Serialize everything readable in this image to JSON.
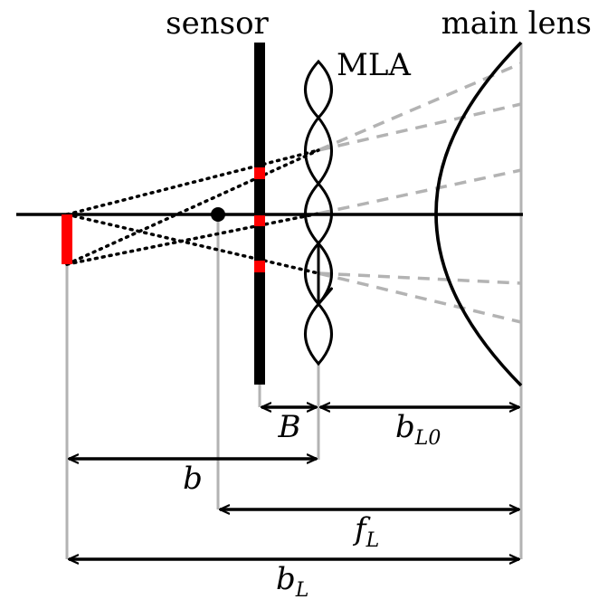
{
  "labels": {
    "sensor": "sensor",
    "mla": "MLA",
    "main_lens": "main lens"
  },
  "dimensions": {
    "B": "B",
    "b_L0": {
      "main": "b",
      "sub": "L0"
    },
    "b": "b",
    "f_L": {
      "main": "f",
      "sub": "L"
    },
    "b_L": {
      "main": "b",
      "sub": "L"
    }
  },
  "colors": {
    "ink": "#000000",
    "accent": "#ff0000",
    "guide": "#b3b3b3"
  }
}
